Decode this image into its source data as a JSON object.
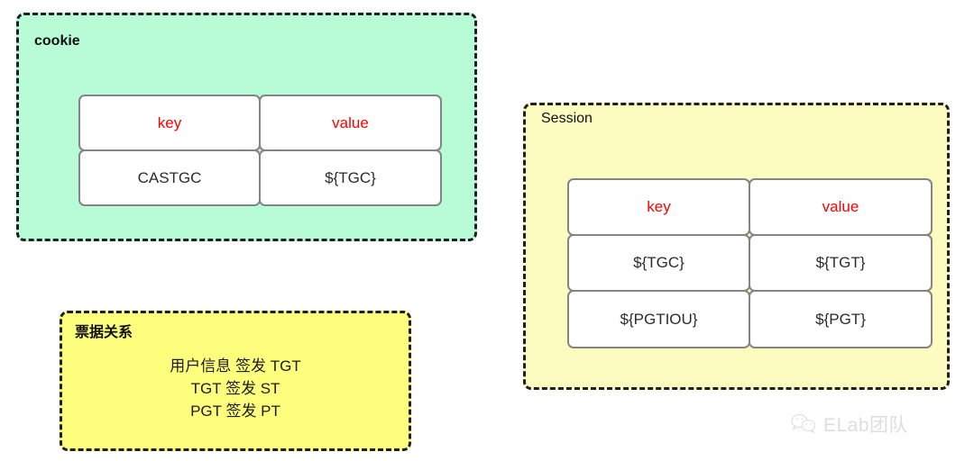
{
  "cookie_panel": {
    "title": "cookie",
    "bg_color": "#b8fcd7",
    "table": {
      "headers": [
        "key",
        "value"
      ],
      "header_color": "#ff0000",
      "rows": [
        [
          "CASTGC",
          "${TGC}"
        ]
      ]
    }
  },
  "session_panel": {
    "title": "Session",
    "bg_color": "#fdfcc0",
    "table": {
      "headers": [
        "key",
        "value"
      ],
      "header_color": "#ff0000",
      "rows": [
        [
          "${TGC}",
          "${TGT}"
        ],
        [
          "${PGTIOU}",
          "${PGT}"
        ]
      ]
    }
  },
  "ticket_panel": {
    "title": "票据关系",
    "bg_color": "#ffff7e",
    "lines": [
      "用户信息 签发 TGT",
      "TGT 签发 ST",
      "PGT 签发 PT"
    ]
  },
  "watermark": {
    "icon": "wechat-icon",
    "text": "ELab团队"
  }
}
